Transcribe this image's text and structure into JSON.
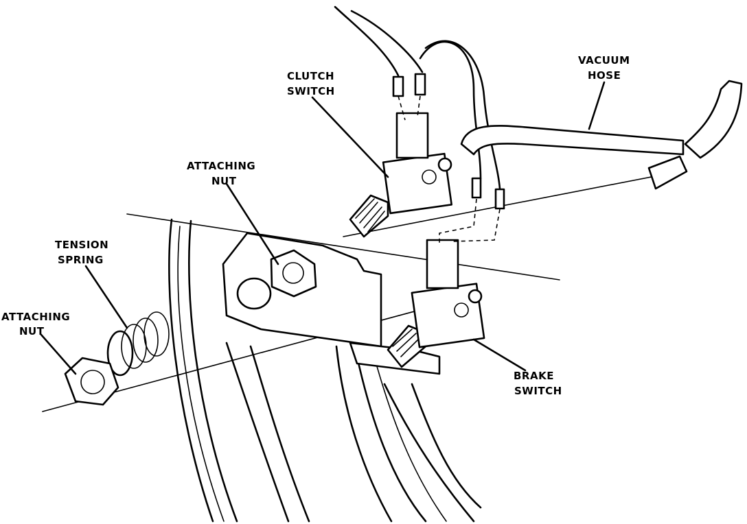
{
  "labels": {
    "clutch_switch_1": "CLUTCH",
    "clutch_switch_2": "SWITCH",
    "vacuum_hose_1": "VACUUM",
    "vacuum_hose_2": "HOSE",
    "attaching_nut_upper_1": "ATTACHING",
    "attaching_nut_upper_2": "NUT",
    "tension_spring_1": "TENSION",
    "tension_spring_2": "SPRING",
    "attaching_nut_lower_1": "ATTACHING",
    "attaching_nut_lower_2": "NUT",
    "brake_switch_1": "BRAKE",
    "brake_switch_2": "SWITCH"
  },
  "colors": {
    "ink": "#000000",
    "paper": "#ffffff"
  }
}
